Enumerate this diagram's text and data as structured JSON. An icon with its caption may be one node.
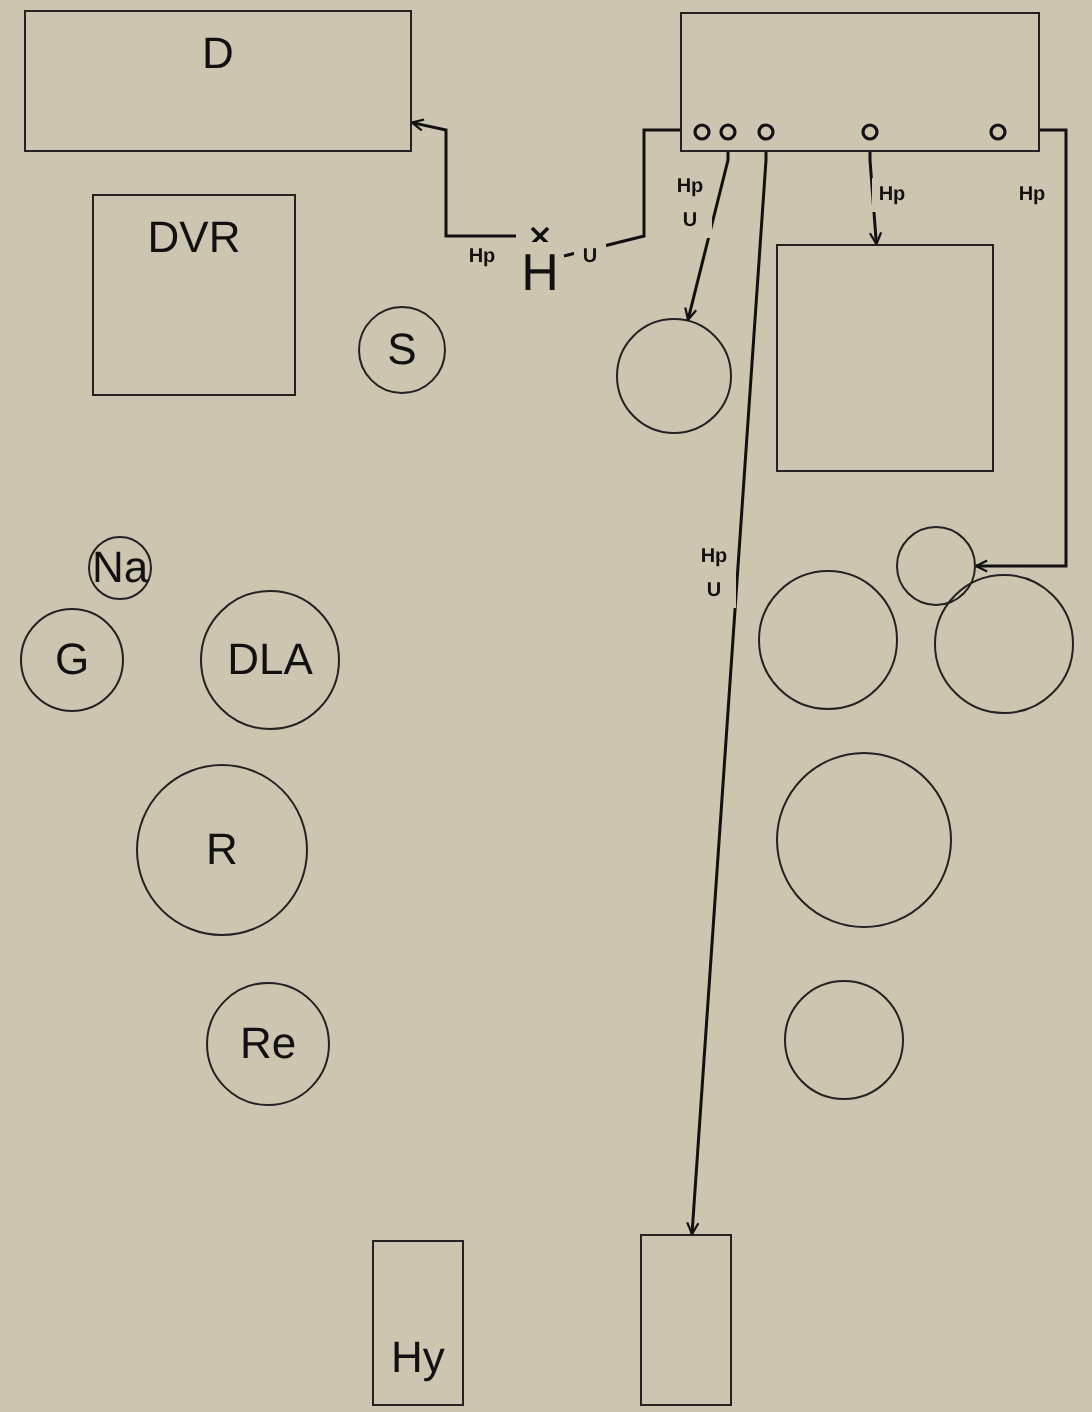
{
  "diagram": {
    "nodes": [
      {
        "text": [
          "D"
        ]
      },
      {
        "text": [],
        "shape": "box"
      },
      {
        "text": [
          "H"
        ]
      },
      {
        "text": [
          "DVR"
        ]
      },
      {
        "text": [
          "S"
        ]
      },
      {
        "text": [],
        "shape": "circle"
      },
      {
        "text": [],
        "shape": "box"
      },
      {
        "text": [
          "Na"
        ]
      },
      {
        "text": [],
        "shape": "circle"
      },
      {
        "text": [
          "DLA"
        ]
      },
      {
        "text": [
          "G"
        ]
      },
      {
        "text": [],
        "shape": "circle"
      },
      {
        "text": [],
        "shape": "circle"
      },
      {
        "text": [
          "R"
        ]
      },
      {
        "text": [],
        "shape": "circle"
      },
      {
        "text": [
          "Re"
        ]
      },
      {
        "text": [],
        "shape": "circle"
      },
      {
        "text": [
          "Hy"
        ]
      },
      {
        "text": [],
        "shape": "box"
      }
    ],
    "edges": [
      {
        "from": 1,
        "to": 2,
        "arrow": "none",
        "label": "U"
      },
      {
        "from": 2,
        "to": 0,
        "arrow": "to",
        "label": "Hp"
      },
      {
        "from": 1,
        "to": 5,
        "arrow": "to",
        "label": "Hp U"
      },
      {
        "from": 1,
        "to": 18,
        "arrow": "to",
        "label": "Hp U"
      },
      {
        "from": 1,
        "to": 6,
        "arrow": "to",
        "label": "Hp"
      },
      {
        "from": 1,
        "to": 8,
        "arrow": "to",
        "label": "Hp"
      }
    ]
  }
}
